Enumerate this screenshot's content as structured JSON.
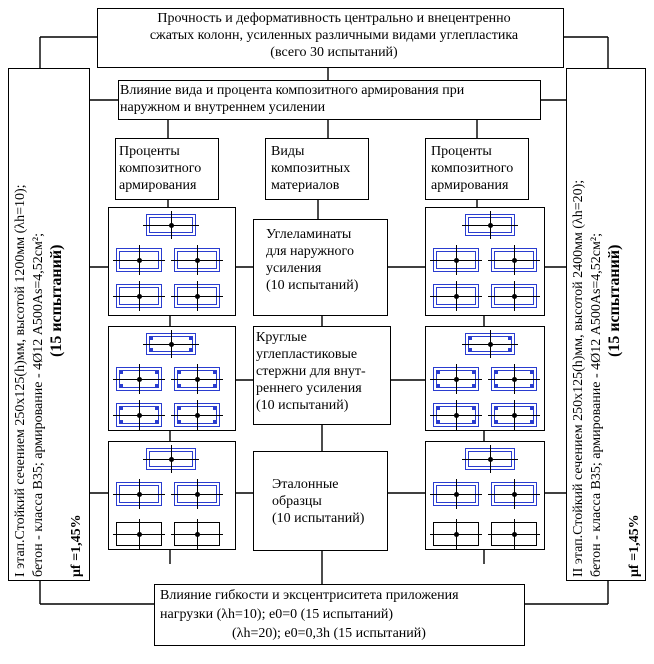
{
  "top_box": "Прочность и деформативность центрально и внецентренно\nсжатых колонн, усиленных различными видами углепластика\n(всего 30 испытаний)",
  "influence_box": "Влияние вида и процента композитного армирования при\nнаружном и внутреннем усилении",
  "headers": {
    "left": "Проценты\nкомпозитного\nармирования",
    "center": "Виды\nкомпозитных\nматериалов",
    "right": "Проценты\nкомпозитного\nармирования"
  },
  "materials": {
    "laminates": "Углеламинаты\nдля наружного\nусиления\n(10 испытаний)",
    "rods": "Круглые\nуглепластиковые\nстержни для внут-\nреннего усиления\n(10 испытаний)",
    "reference": "Эталонные\nобразцы\n(10 испытаний)"
  },
  "left_stage": {
    "line1": "I этап.Стойкий сечением 250x125(h)мм, высотой 1200мм (λh=10);",
    "line2": "бетон - класса В35; армирование - 4Ø12 А500As=4,52см²;",
    "line3": "(15 испытаний)",
    "line4": "μf =1,45%"
  },
  "right_stage": {
    "line1": "II этап.Стойкий сечением 250x125(h)мм, высотой 2400мм (λh=20);",
    "line2": "бетон - класса В35; армирование - 4Ø12 А500As=4,52см²;",
    "line3": "(15 испытаний)",
    "line4": "μf =1,45%"
  },
  "bottom_box": {
    "line1": "Влияние гибкости и эксцентриситета приложения",
    "line2": "нагрузки  (λh=10); e0=0 (15 испытаний)",
    "line3": "(λh=20); e0=0,3h (15 испытаний)"
  },
  "colors": {
    "outline": "#000000",
    "section_blue": "#2a3ccf"
  }
}
